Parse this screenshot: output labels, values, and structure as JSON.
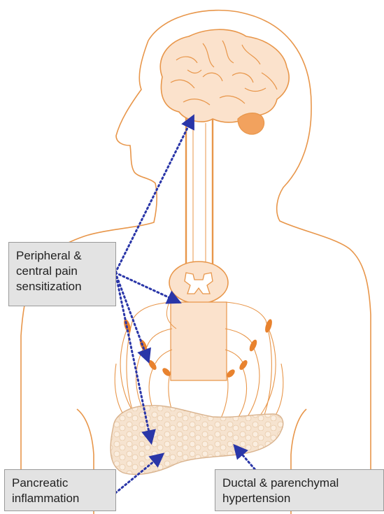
{
  "labels": {
    "sensitization": [
      "Peripheral &",
      "central pain",
      "sensitization"
    ],
    "inflammation": [
      "Pancreatic",
      "inflammation"
    ],
    "hypertension": [
      "Ductal & parenchymal",
      "hypertension"
    ]
  },
  "colors": {
    "outline": "#e8964a",
    "fill": "#fbe2cc",
    "ganglion": "#e8822e",
    "arrow": "#2a36a8",
    "box": "#e3e3e3"
  }
}
